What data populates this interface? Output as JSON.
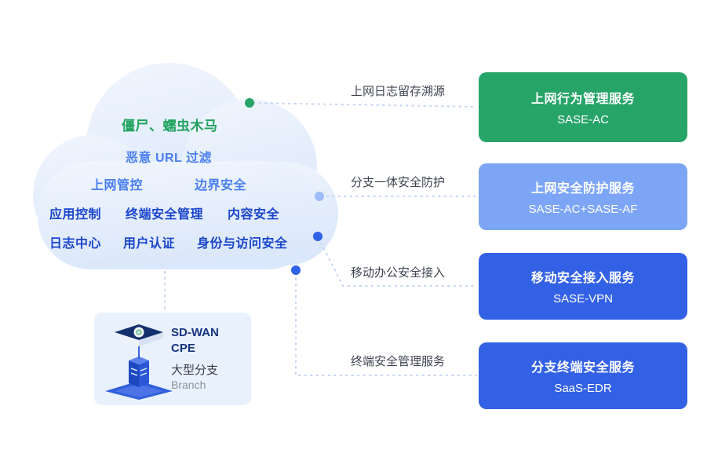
{
  "colors": {
    "line": "#C5D5F2",
    "label_text": "#3F4450",
    "cloud_text_green": "#21A35E",
    "cloud_text_blue": "#4A7FEE",
    "cloud_text_dark_blue": "#1B46CC",
    "branch_bg": "#E9F1FD"
  },
  "cloud": {
    "rows": [
      {
        "items": [
          "僵尸、蠕虫木马"
        ]
      },
      {
        "items": [
          "恶意 URL 过滤"
        ]
      },
      {
        "items": [
          "上网管控",
          "边界安全"
        ]
      },
      {
        "items": [
          "应用控制",
          "终端安全管理",
          "内容安全"
        ]
      },
      {
        "items": [
          "日志中心",
          "用户认证",
          "身份与访问安全"
        ]
      }
    ]
  },
  "branch": {
    "device_label": "SD-WAN CPE",
    "name": "大型分支",
    "name_en": "Branch"
  },
  "connections": [
    {
      "label": "上网日志留存溯源",
      "card_title": "上网行为管理服务",
      "card_subtitle": "SASE-AC",
      "color": "#27A468",
      "dot_color": "#27A468"
    },
    {
      "label": "分支一体安全防护",
      "card_title": "上网安全防护服务",
      "card_subtitle": "SASE-AC+SASE-AF",
      "color": "#7DA5F6",
      "dot_color": "#9FBDF8"
    },
    {
      "label": "移动办公安全接入",
      "card_title": "移动安全接入服务",
      "card_subtitle": "SASE-VPN",
      "color": "#3361E6",
      "dot_color": "#2E62E8"
    },
    {
      "label": "终端安全管理服务",
      "card_title": "分支终端安全服务",
      "card_subtitle": "SaaS-EDR",
      "color": "#3361E6",
      "dot_color": "#2E62E8"
    }
  ]
}
